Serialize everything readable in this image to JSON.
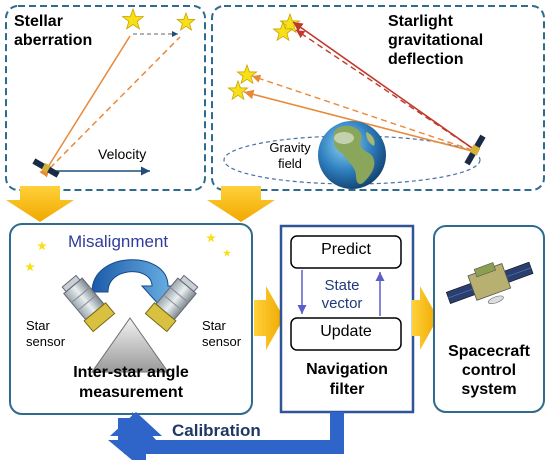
{
  "panels": {
    "aberration": {
      "title_line1": "Stellar",
      "title_line2": "aberration",
      "velocity_label": "Velocity"
    },
    "deflection": {
      "title_line1": "Starlight",
      "title_line2": "gravitational",
      "title_line3": "deflection",
      "gravity_line1": "Gravity",
      "gravity_line2": "field"
    },
    "measurement": {
      "misalignment_label": "Misalignment",
      "left_sensor_line1": "Star",
      "left_sensor_line2": "sensor",
      "right_sensor_line1": "Star",
      "right_sensor_line2": "sensor",
      "title_line1": "Inter-star angle",
      "title_line2": "measurement"
    },
    "filter": {
      "predict_label": "Predict",
      "state_line1": "State",
      "state_line2": "vector",
      "update_label": "Update",
      "title_line1": "Navigation",
      "title_line2": "filter"
    },
    "control": {
      "title_line1": "Spacecraft",
      "title_line2": "control",
      "title_line3": "system"
    }
  },
  "feedback": {
    "label": "Calibration"
  },
  "colors": {
    "panel_border": "#2e6b8e",
    "filter_border": "#2f5597",
    "block_arrow": "#f5b400",
    "feedback_arrow": "#2f64c8",
    "misalignment_text": "#2f3d9a",
    "calibration_text": "#1f3864",
    "star": "#f7e018",
    "light_solid": "#e8893a",
    "light_dashed": "#e8893a",
    "deflect_solid": "#c0392b"
  }
}
